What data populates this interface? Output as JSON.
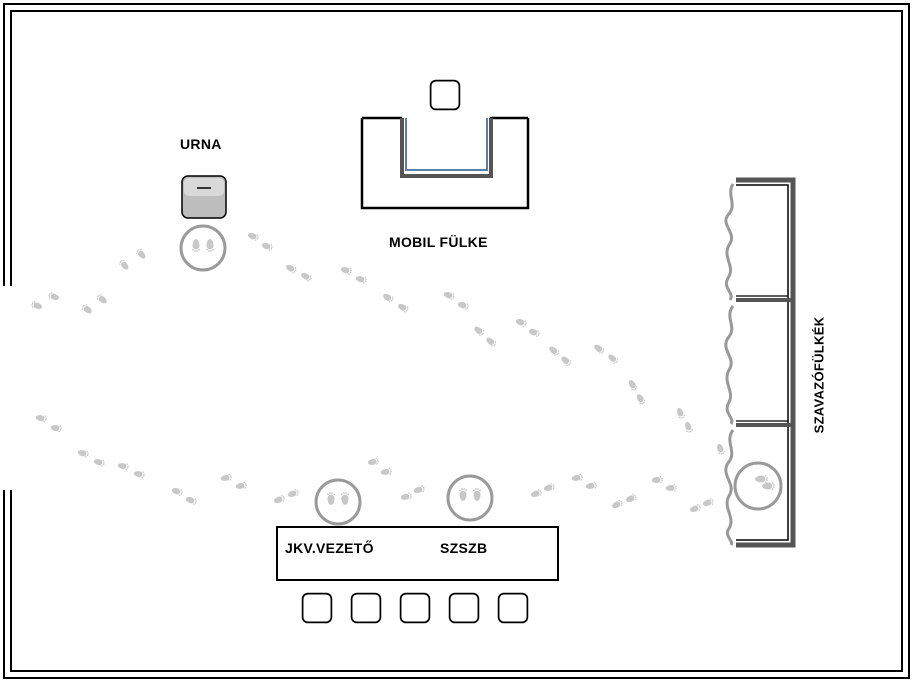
{
  "labels": {
    "urna": "URNA",
    "mobil_fulke": "MOBIL FÜLKE",
    "jkv_vezeto": "JKV.VEZETŐ",
    "szszb": "SZSZB",
    "szavazofulkek": "SZAVAZÓFÜLKÉK"
  },
  "icons": {
    "footprint": "footprint-icon",
    "chair": "chair-icon",
    "ballot_box": "ballot-box-icon"
  },
  "colors": {
    "wall": "#000000",
    "booth_wall": "#555555",
    "footprint": "#c8c8c8",
    "highlight_circle": "#9a9a9a",
    "mobile_booth_accent": "#5f7fa8",
    "urn_fill": "#bdbdbd"
  }
}
